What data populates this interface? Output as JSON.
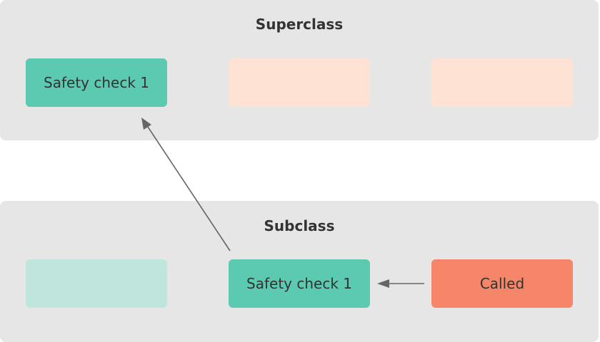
{
  "superclass": {
    "title": "Superclass",
    "boxes": [
      {
        "label": "Safety check 1"
      },
      {
        "label": ""
      },
      {
        "label": ""
      }
    ]
  },
  "subclass": {
    "title": "Subclass",
    "boxes": [
      {
        "label": ""
      },
      {
        "label": "Safety check 1"
      },
      {
        "label": "Called"
      }
    ]
  },
  "colors": {
    "panel_bg": "#e6e6e6",
    "teal": "#5bcab0",
    "peach": "#fee2d3",
    "mint": "#c0e5dc",
    "orange": "#f6866a",
    "arrow": "#666666",
    "text": "#333333"
  }
}
